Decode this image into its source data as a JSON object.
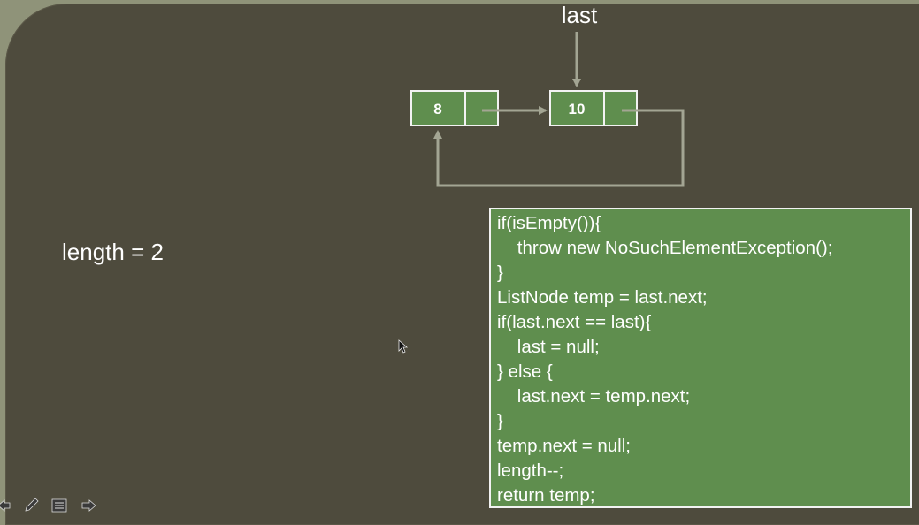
{
  "diagram": {
    "pointer_label": "last",
    "nodes": [
      {
        "value": "8"
      },
      {
        "value": "10"
      }
    ],
    "colors": {
      "node_fill": "#5f8e4e",
      "node_border": "#f2f2f2",
      "arrow": "#a3a593",
      "background": "#4e4b3d"
    }
  },
  "length_text": "length = 2",
  "code": {
    "lines": [
      "if(isEmpty()){",
      "    throw new NoSuchElementException();",
      "}",
      "ListNode temp = last.next;",
      "if(last.next == last){",
      "    last = null;",
      "} else {",
      "    last.next = temp.next;",
      "}",
      "temp.next = null;",
      "length--;",
      "return temp;"
    ]
  },
  "toolbar": {
    "icons": [
      "back-arrow-icon",
      "pen-icon",
      "menu-icon",
      "forward-arrow-icon"
    ]
  }
}
